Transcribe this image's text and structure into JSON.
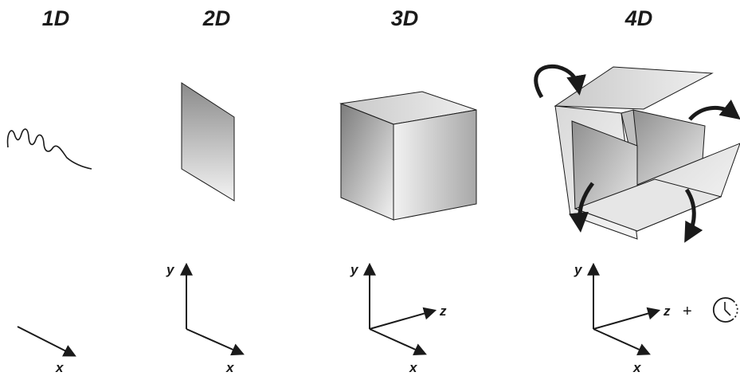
{
  "panels": [
    {
      "title": "1D",
      "axes": {
        "x": "x"
      }
    },
    {
      "title": "2D",
      "axes": {
        "x": "x",
        "y": "y"
      }
    },
    {
      "title": "3D",
      "axes": {
        "x": "x",
        "y": "y",
        "z": "z"
      }
    },
    {
      "title": "4D",
      "axes": {
        "x": "x",
        "y": "y",
        "z": "z"
      },
      "extra": "+",
      "time_icon": "clock-icon"
    }
  ]
}
